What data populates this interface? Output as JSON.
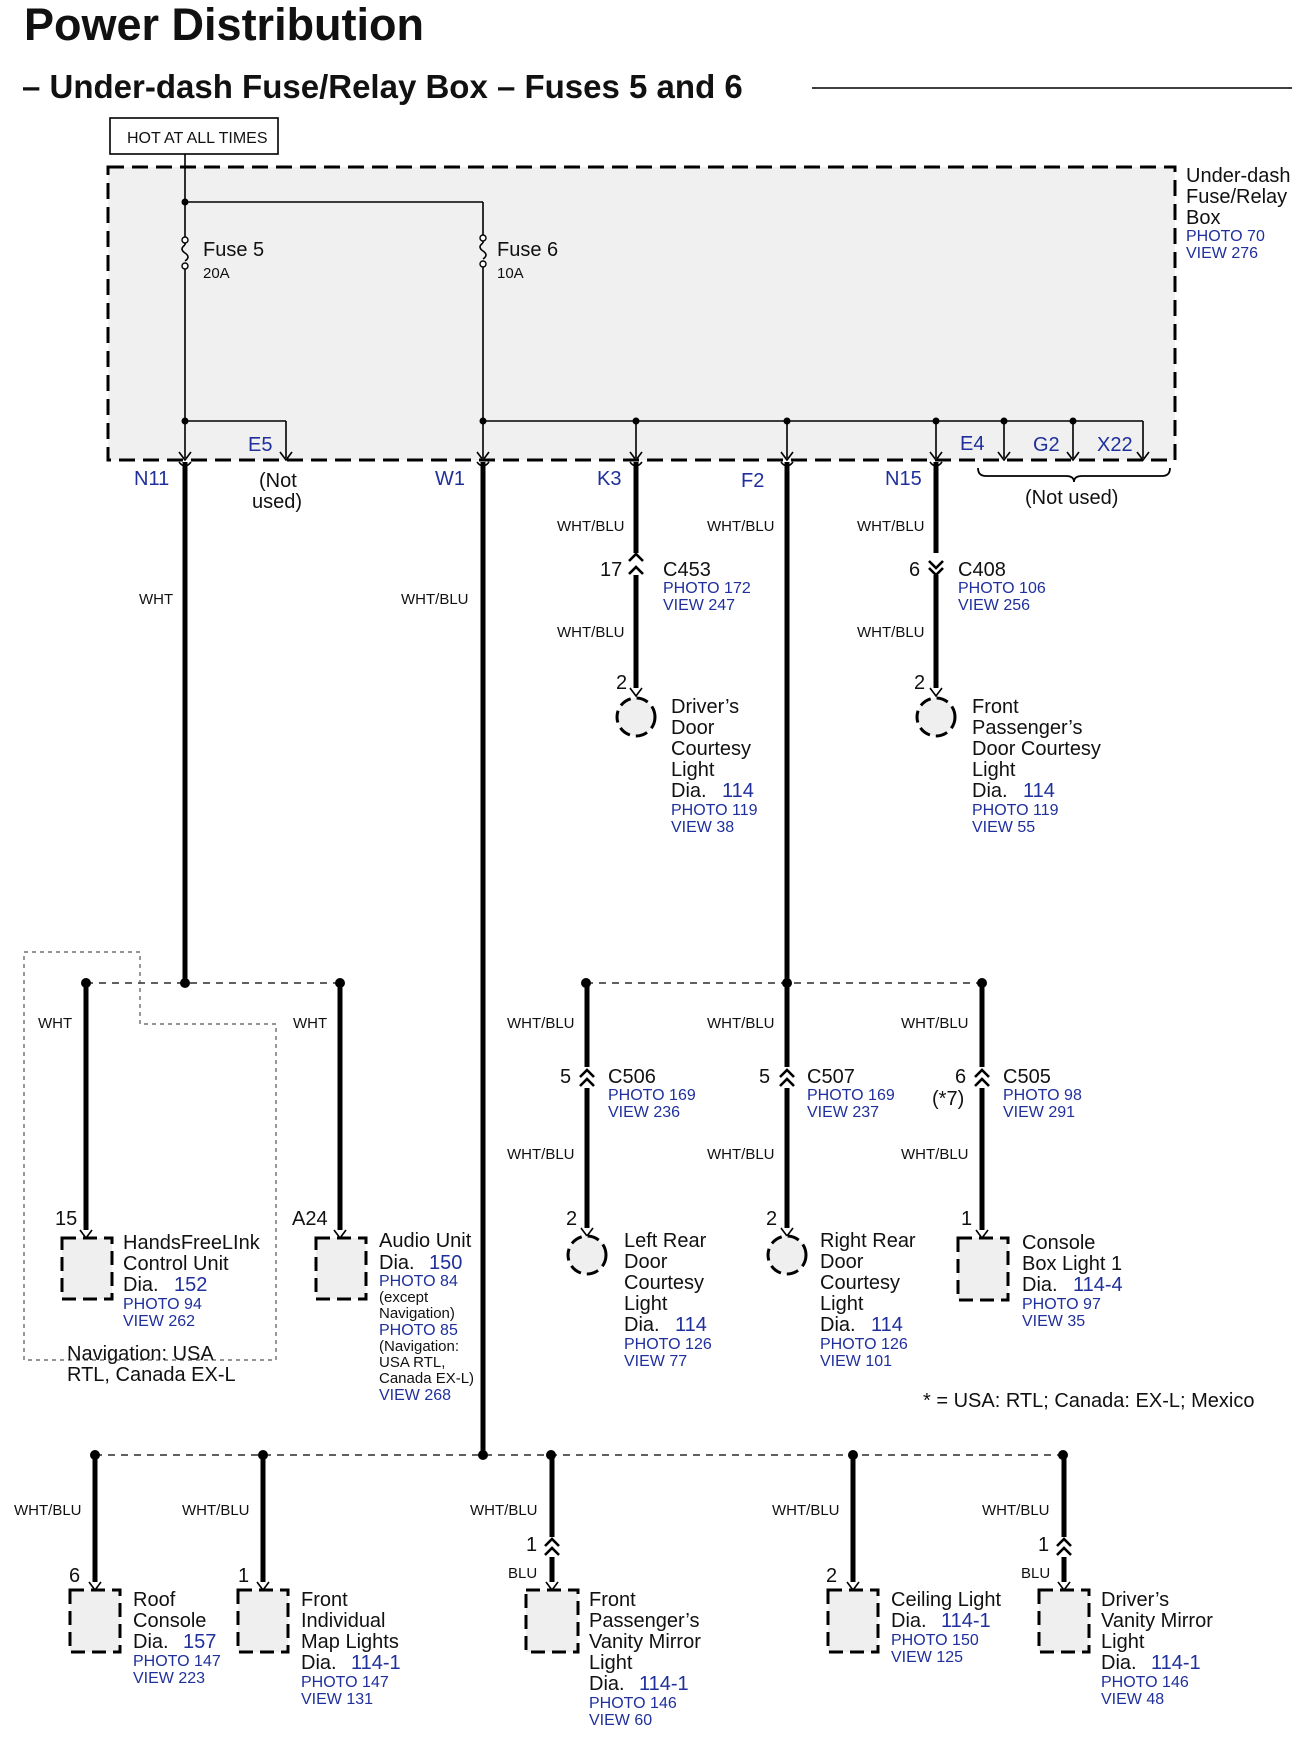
{
  "title": "Power Distribution",
  "subtitle": "– Under-dash Fuse/Relay Box – Fuses 5 and 6",
  "hot_label": "HOT AT ALL TIMES",
  "box": {
    "l1": "Under-dash",
    "l2": "Fuse/Relay",
    "l3": "Box",
    "photo": "PHOTO 70",
    "view": "VIEW 276"
  },
  "fuse5": {
    "name": "Fuse 5",
    "rating": "20A"
  },
  "fuse6": {
    "name": "Fuse 6",
    "rating": "10A"
  },
  "terminals": {
    "n11": "N11",
    "e5": "E5",
    "w1": "W1",
    "k3": "K3",
    "f2": "F2",
    "n15": "N15",
    "e4": "E4",
    "g2": "G2",
    "x22": "X22"
  },
  "not_used": {
    "a1": "(Not",
    "a2": "used)",
    "b": "(Not used)"
  },
  "wires": {
    "wht": "WHT",
    "whtblu": "WHT/BLU",
    "blu": "BLU"
  },
  "connectors": {
    "c453": {
      "name": "C453",
      "pin": "17",
      "photo": "PHOTO 172",
      "view": "VIEW 247"
    },
    "c408": {
      "name": "C408",
      "pin": "6",
      "photo": "PHOTO 106",
      "view": "VIEW 256"
    },
    "c506": {
      "name": "C506",
      "pin": "5",
      "photo": "PHOTO 169",
      "view": "VIEW 236"
    },
    "c507": {
      "name": "C507",
      "pin": "5",
      "photo": "PHOTO 169",
      "view": "VIEW 237"
    },
    "c505": {
      "name": "C505",
      "pin": "6",
      "pin2": "(*7)",
      "photo": "PHOTO 98",
      "view": "VIEW 291"
    }
  },
  "components": {
    "driver_door": {
      "pin": "2",
      "l1": "Driver’s",
      "l2": "Door",
      "l3": "Courtesy",
      "l4": "Light",
      "dia": "Dia.",
      "dianum": "114",
      "photo": "PHOTO 119",
      "view": "VIEW 38"
    },
    "pass_door": {
      "pin": "2",
      "l1": "Front",
      "l2": "Passenger’s",
      "l3": "Door Courtesy",
      "l4": "Light",
      "dia": "Dia.",
      "dianum": "114",
      "photo": "PHOTO 119",
      "view": "VIEW 55"
    },
    "hfl": {
      "pin": "15",
      "l1": "HandsFreeLInk",
      "l2": "Control Unit",
      "dia": "Dia.",
      "dianum": "152",
      "photo": "PHOTO 94",
      "view": "VIEW 262"
    },
    "audio": {
      "pin": "A24",
      "l1": "Audio Unit",
      "dia": "Dia.",
      "dianum": "150",
      "photo1": "PHOTO 84",
      "n1": "(except",
      "n2": "Navigation)",
      "photo2": "PHOTO 85",
      "n3": "(Navigation:",
      "n4": "USA RTL,",
      "n5": "Canada EX-L)",
      "view": "VIEW 268"
    },
    "nav_note": {
      "l1": "Navigation: USA",
      "l2": "RTL, Canada EX-L"
    },
    "left_rear": {
      "pin": "2",
      "l1": "Left Rear",
      "l2": "Door",
      "l3": "Courtesy",
      "l4": "Light",
      "dia": "Dia.",
      "dianum": "114",
      "photo": "PHOTO 126",
      "view": "VIEW 77"
    },
    "right_rear": {
      "pin": "2",
      "l1": "Right Rear",
      "l2": "Door",
      "l3": "Courtesy",
      "l4": "Light",
      "dia": "Dia.",
      "dianum": "114",
      "photo": "PHOTO 126",
      "view": "VIEW 101"
    },
    "console_box": {
      "pin": "1",
      "l1": "Console",
      "l2": "Box Light 1",
      "dia": "Dia.",
      "dianum": "114-4",
      "photo": "PHOTO 97",
      "view": "VIEW 35"
    },
    "roof_console": {
      "pin": "6",
      "l1": "Roof",
      "l2": "Console",
      "dia": "Dia.",
      "dianum": "157",
      "photo": "PHOTO 147",
      "view": "VIEW 223"
    },
    "map_lights": {
      "pin": "1",
      "l1": "Front",
      "l2": "Individual",
      "l3": "Map Lights",
      "dia": "Dia.",
      "dianum": "114-1",
      "photo": "PHOTO 147",
      "view": "VIEW 131"
    },
    "pass_vanity": {
      "pin": "1",
      "l1": "Front",
      "l2": "Passenger’s",
      "l3": "Vanity Mirror",
      "l4": "Light",
      "dia": "Dia.",
      "dianum": "114-1",
      "photo": "PHOTO 146",
      "view": "VIEW 60"
    },
    "ceiling": {
      "pin": "2",
      "l1": "Ceiling Light",
      "dia": "Dia.",
      "dianum": "114-1",
      "photo": "PHOTO 150",
      "view": "VIEW 125"
    },
    "drv_vanity": {
      "pin": "1",
      "l1": "Driver’s",
      "l2": "Vanity Mirror",
      "l3": "Light",
      "dia": "Dia.",
      "dianum": "114-1",
      "photo": "PHOTO 146",
      "view": "VIEW 48"
    }
  },
  "footnote": "*   = USA: RTL; Canada: EX-L; Mexico"
}
